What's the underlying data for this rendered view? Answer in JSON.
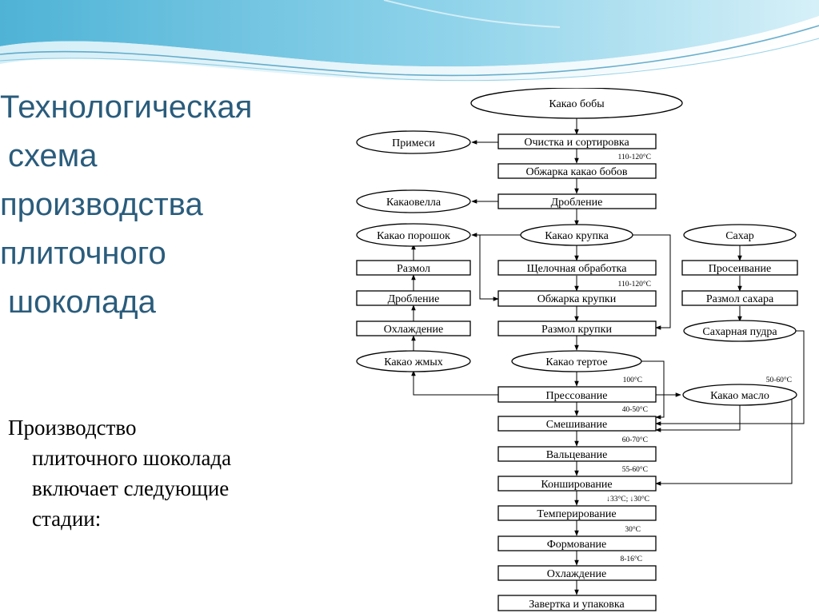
{
  "slide": {
    "title_lines": [
      "Технологическая",
      "схема",
      "производства",
      "плиточного",
      "шоколада"
    ],
    "body_lines": [
      "Производство",
      "плиточного шоколада",
      "включает следующие",
      "стадии:"
    ]
  },
  "diagram": {
    "nodes": {
      "kakao_boby": "Какао бобы",
      "primesi": "Примеси",
      "ochistka": "Очистка и сортировка",
      "obzharka_bobov": "Обжарка какао бобов",
      "kakaovella": "Какаовелла",
      "droblenie_main": "Дробление",
      "kakao_poroshok": "Какао порошок",
      "kakao_krupka": "Какао крупка",
      "sahar": "Сахар",
      "razmol_left": "Размол",
      "shchelochnaya": "Щелочная обработка",
      "proseivanie": "Просеивание",
      "droblenie_left": "Дробление",
      "obzharka_krupki": "Обжарка крупки",
      "razmol_sahara": "Размол сахара",
      "ohlazhdenie_left": "Охлаждение",
      "razmol_krupki": "Размол крупки",
      "saharnaya_pudra": "Сахарная пудра",
      "kakao_zhmyh": "Какао жмых",
      "kakao_tertoe": "Какао тертое",
      "pressovanie": "Прессование",
      "kakao_maslo": "Какао масло",
      "smeshivanie": "Смешивание",
      "valcevanie": "Вальцевание",
      "konshirovanie": "Конширование",
      "temperirovanie": "Темперирование",
      "formovanie": "Формование",
      "ohlazhdenie_main": "Охлаждение",
      "zavertka": "Завертка и упаковка"
    },
    "temps": {
      "t_obzharka": "110-120°C",
      "t_krupka": "110-120°C",
      "t_press": "100°C",
      "t_maslo": "50-60°C",
      "t_smesh": "40-50°C",
      "t_valc": "60-70°C",
      "t_konsh": "55-60°C",
      "t_temper": "↓33°C; ↓30°C",
      "t_form": "30°C",
      "t_ohl": "8-16°C"
    }
  }
}
